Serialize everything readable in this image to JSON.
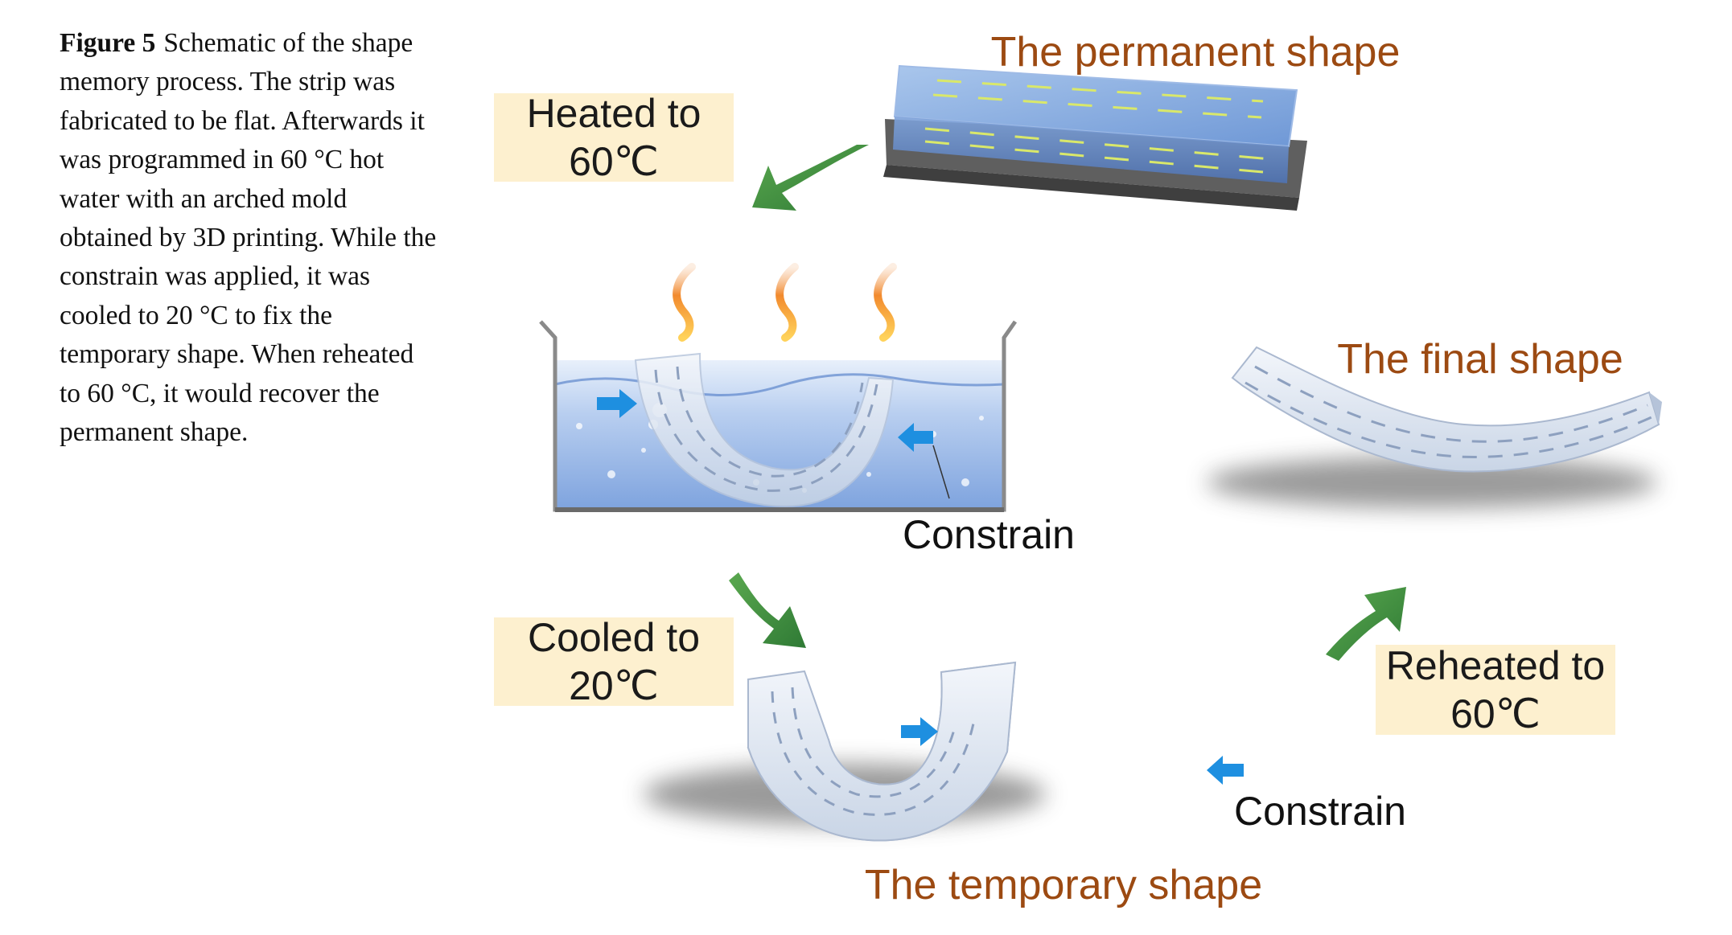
{
  "caption": {
    "label": "Figure 5",
    "text": "Schematic of the shape memory process. The strip was fabricated to be flat. Afterwards it was programmed in 60 °C hot water with an arched mold obtained by 3D printing. While the constrain was applied, it was cooled to 20 °C to fix the temporary shape. When reheated to 60 °C, it would recover the permanent shape."
  },
  "diagram": {
    "title_permanent": "The permanent shape",
    "title_final": "The final shape",
    "title_temporary": "The temporary shape",
    "step_heat": {
      "line1": "Heated to",
      "line2": "60℃"
    },
    "step_cool": {
      "line1": "Cooled to",
      "line2": "20℃"
    },
    "step_reheat": {
      "line1": "Reheated to",
      "line2": "60℃"
    },
    "constrain_bath": "Constrain",
    "constrain_temporary": "Constrain"
  },
  "colors": {
    "title_text": "#9c4a12",
    "step_box": "#fdf0cf",
    "arrow": "#3a8a3c",
    "water": "#8fb3e6",
    "strip": "#dde6f2"
  }
}
